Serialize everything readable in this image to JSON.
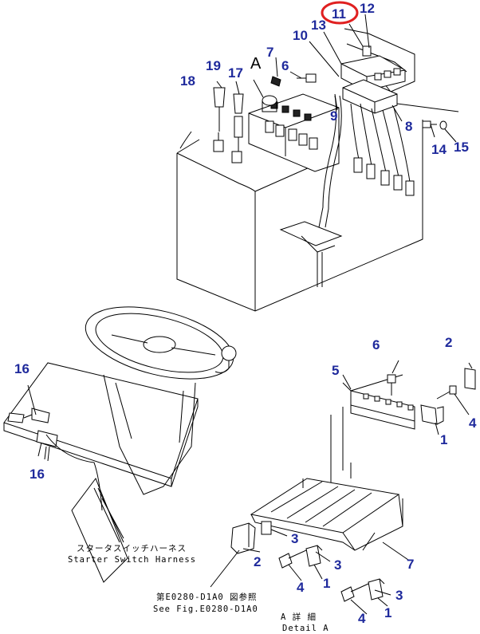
{
  "callouts": {
    "top_11": "11",
    "top_12": "12",
    "top_13": "13",
    "top_10": "10",
    "top_7": "7",
    "top_6": "6",
    "top_17": "17",
    "top_19": "19",
    "top_18": "18",
    "top_9": "9",
    "top_8": "8",
    "top_14": "14",
    "top_15": "15",
    "steer_16a": "16",
    "steer_16b": "16",
    "detail_6": "6",
    "detail_2a": "2",
    "detail_5": "5",
    "detail_4a": "4",
    "detail_1a": "1",
    "detail_3a": "3",
    "detail_2b": "2",
    "detail_3b": "3",
    "detail_4b": "4",
    "detail_1b": "1",
    "detail_7": "7",
    "detail_3c": "3",
    "detail_4c": "4",
    "detail_1c": "1"
  },
  "detail_marker": "A",
  "highlight_color": "#e02020",
  "callout_color": "#1f2a9c",
  "captions": {
    "harness_jp": "スタータスイッチハーネス",
    "harness_en": "Starter Switch Harness",
    "ref_jp": "第E0280-D1A0 図参照",
    "ref_en": "See Fig.E0280-D1A0",
    "detail_jp": "A  詳  細",
    "detail_en": "Detail A"
  }
}
